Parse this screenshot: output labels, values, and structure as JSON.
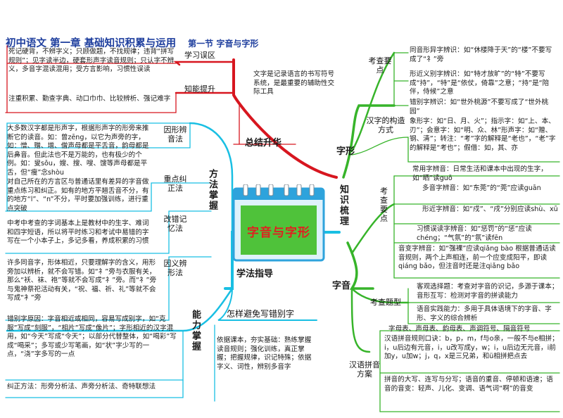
{
  "header": {
    "title": "初中语文 第一章 基础知识积累与运用",
    "section": "第一节 字音与字形"
  },
  "center": {
    "title": "字音与字形"
  },
  "top_left": {
    "branch_1": "学习误区",
    "text_1": "死记硬背，不辨字义；只顾做题，不找规律；违背“拼写规则”；见字读半边，硬套形声字读音规则；只认字不辨义，多音字混读混用；受方言影响，习惯性误读",
    "branch_2": "知能提升",
    "text_2": "注重积累、勤查字典、动口巾巾、比较辨析、强记难字",
    "summary_label": "总结升华",
    "summary_text": "文字是记录语言的书写符号系统，是最重要的辅助性交际工具"
  },
  "left_methods": {
    "group_label": "方法掌握",
    "m1_label": "因形辨音法",
    "m1_text": "大多数汉字都是形声字，根据形声字的形旁来推断它的读音。如：曾zēng，以它为声旁的字，如：憎、赠、增、僧声母都是平舌音，韵母都是后鼻音。但此法也不是万能的，也有极少的个例。如：叟sǒu，嫂、搜、嗖、馊等声母都是平舌，但“瘦”念shòu",
    "m2_label": "重点纠正法",
    "m2_text": "对自己所在的方言区与普通话里有差异的字音做重点练习和纠正。如有的地方平翘舌音不分，有的地方“l”、“n”不分，平时要加强训练，进行重点突破",
    "m3_label": "改错记忆法",
    "m3_text": "中考中考查的字词基本上是教材中的生字、难词和四字短语，所以将平时练习和考试中易错的字写在一个小本子上，多记多看，养成积累的习惯",
    "m4_label": "因义辨形法",
    "m4_text": "许多同音字，形体相近，只要理解字的含义，用形旁加以辨析，就不会写错。如“礻”旁与衣服有关，那么“袄、袜、袍”等就不会写成“礻”旁。而“礻”旁与鬼神祭祀活动有关，“祝、福、祈、礼”等就不会写成“衤”旁"
  },
  "bottom_left": {
    "guide_label": "学法指导",
    "ability_label": "能力掌握",
    "err_text": "错别字原因：字音相近或相同，容易写成别字，如“克服”写成“刻服”，“相片”写成“像片”；字形相近的汉字混用，如“今天”写成“令天”；以部分代替整体，如“喝彩”写成“喝采”；多写或少写笔画，如“状”字少写的一点，“浇”字多写的一点",
    "fix_text": "纠正方法：形旁分析法、声旁分析法、奇特联想法",
    "avoid_label": "怎样避免写错别字",
    "avoid_text": "依据课本，夯实基础：熟练掌握读音规则；强化训练，真正掌握；把握规律，识记特殊；依据字义、词性，辨别多音字"
  },
  "right": {
    "knowledge_label": "知识梳理",
    "zixing_label": "字形",
    "zixing_focus": "考查要点",
    "zx_p1": "同音形异字辨识：如“休楼降于天”的“楼”不要写成了“礻”旁",
    "zx_p2": "形近义别字辨识：如“特才放旷”的“特”不要写成“持”，“特”是“依仗，倚靠”之意；“持”是“陪伴，侍候”之意",
    "zx_p3": "错别字辨识：如“世外桃源”不要写成了“世外桃园”",
    "structure_label": "汉字的构造方式",
    "structure_text": "象形字：如“日、月、火”；指示字：如“上、本、刃”；会意字：如“明、众、林”形声字：如“赠、钢、清”；转注：“考”字的解释是“老也”，“老”字的解释是“考也”；假借：如，其、亦",
    "ziyin_label": "字音",
    "ziyin_focus": "考查要点",
    "zy_p0": "常用字辨音：日常生活和课本中出现的生字，如“晒”读guō",
    "zy_p1": "多音字辨音：如“东莞”的“莞”应读guān",
    "zy_p2": "形近字辨音：如“戍”、“戌”分别应读shù、xū",
    "zy_p3": "习惯误读字辨音：如“惩罚”的“惩”应读chéng；“气氛”的“氛”读fēn",
    "zy_p4": "音变字辨音：如“强裸”应读qiǎng bào 根据普通话读音规则，两个上声相连，前一个应变成阳平，即读qiáng bǎo，但注音时还是注qiǎng bǎo",
    "question_label": "考查题型",
    "q1": "客观选择题：考查对字音的识记，多源于课本；音形互写：检测对字音的拼读能力",
    "q2": "语音实践能力：多用于具体语境下的字音、字形、字义的综合辨析",
    "pinyin_label": "汉语拼音方案",
    "py1": "字母表、声母表、韵母表、声调符号、隔音符号",
    "py2": "汉语拼音规则口诀：b，p，m，f与o亲，一般不与e相拼；i，u后边有元音，i，u改写成y，w；i，u后边无元音，i前加y，u加w；j，q，x是三兄弟，和ü相拼把点去",
    "py3": "拼音的大写、连写与分写；语音的重音、停顿和语速；语音的音变：轻声、儿化、变调、语气词“啊”的音变"
  },
  "colors": {
    "red": "#d7161f",
    "cyan": "#19bfe3",
    "green": "#37b42a",
    "blue_text": "#1f3f9e",
    "calendar_green": "#4fc23a",
    "calendar_title": "#e02020",
    "calendar_frame": "#2ea3dc"
  },
  "icons": {
    "center": "calendar-icon"
  }
}
